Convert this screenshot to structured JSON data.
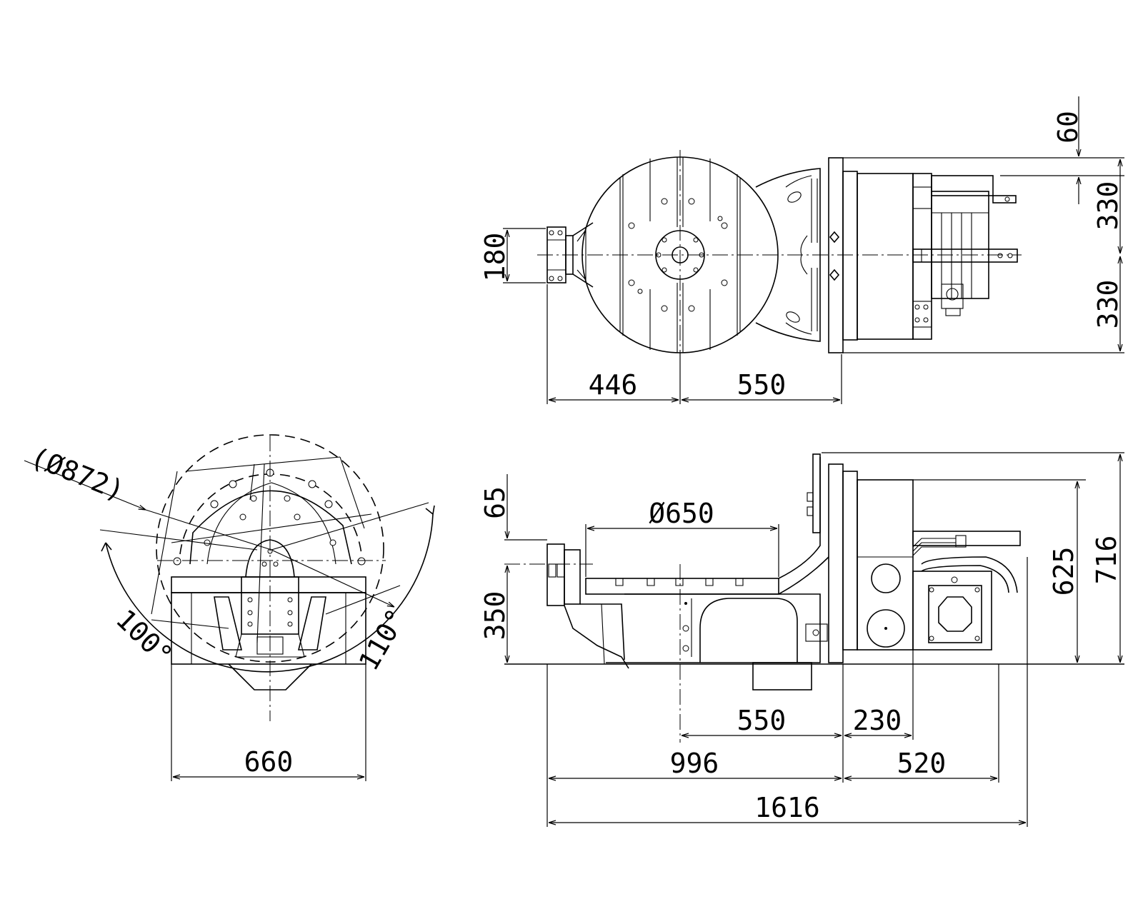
{
  "dimensions": {
    "top_60": "60",
    "top_330_upper": "330",
    "top_330_lower": "330",
    "top_180": "180",
    "top_446": "446",
    "top_550": "550",
    "side_65": "65",
    "side_350": "350",
    "side_dia650": "Ø650",
    "side_625": "625",
    "side_716": "716",
    "side_550": "550",
    "side_230": "230",
    "side_996": "996",
    "side_520": "520",
    "side_1616": "1616",
    "front_dia872": "(Ø872)",
    "front_100deg": "100°",
    "front_110deg": "110°",
    "front_660": "660"
  }
}
